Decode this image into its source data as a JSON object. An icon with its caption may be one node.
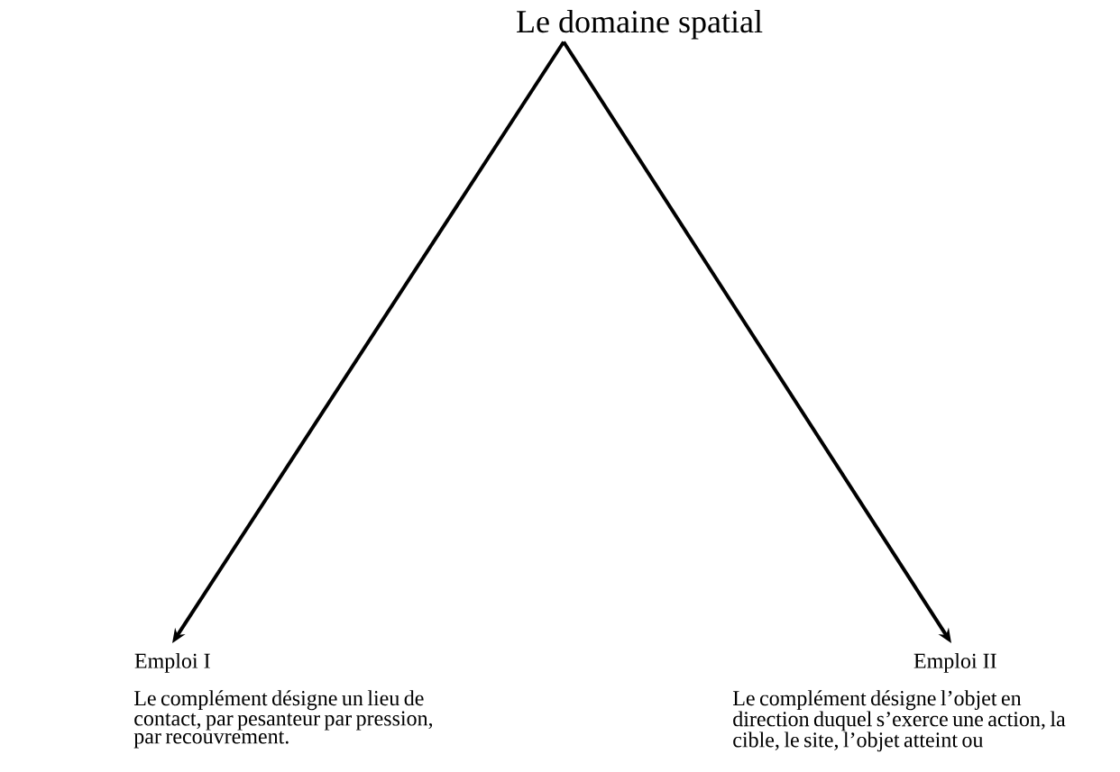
{
  "diagram": {
    "nodes": [
      {
        "text": [
          "Le domaine spatial"
        ]
      },
      {
        "text": [
          "Emploi I"
        ],
        "beside": [
          "Le complément désigne un lieu de contact, par pesanteur par pression, par recouvrement."
        ]
      },
      {
        "text": [
          "Emploi II"
        ],
        "beside": [
          "Le complément désigne l’objet en direction duquel s’exerce une action, la cible, le site, l’objet atteint ou"
        ]
      }
    ],
    "edges": [
      {
        "from": 0,
        "to": 1,
        "arrow": "to"
      },
      {
        "from": 0,
        "to": 2,
        "arrow": "to"
      }
    ]
  }
}
